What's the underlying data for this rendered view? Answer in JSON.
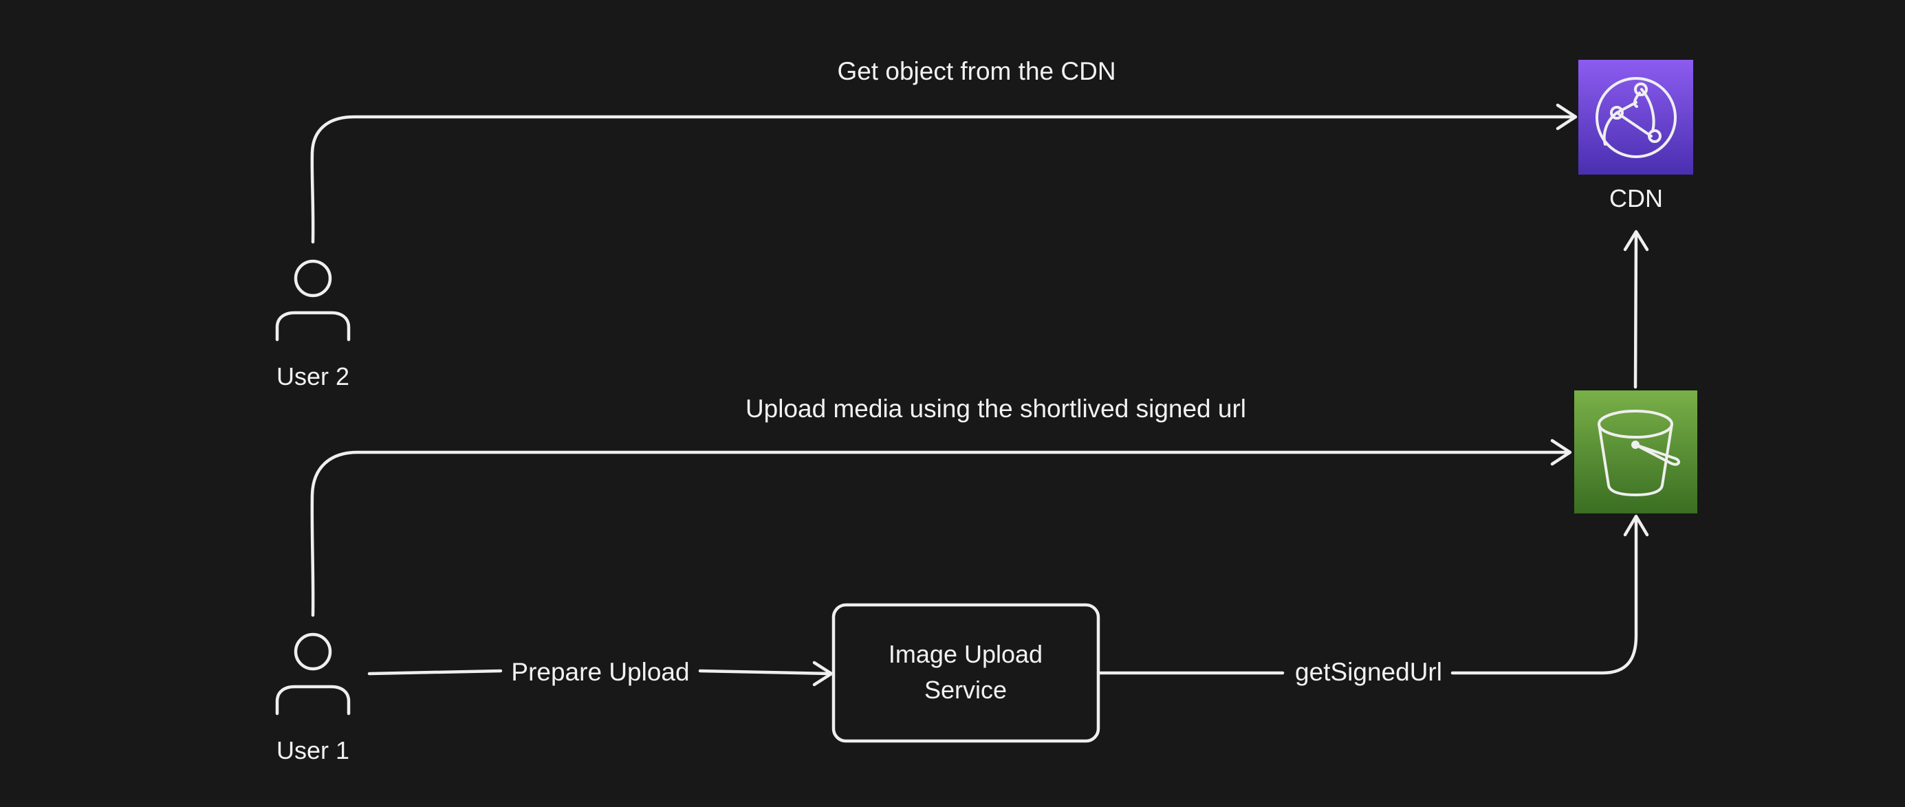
{
  "users": {
    "user2_label": "User 2",
    "user1_label": "User 1"
  },
  "nodes": {
    "cdn_label": "CDN",
    "service_label_line1": "Image Upload",
    "service_label_line2": "Service"
  },
  "edges": {
    "get_object_label": "Get object from the CDN",
    "upload_media_label": "Upload media using the shortlived signed url",
    "prepare_upload_label": "Prepare Upload",
    "get_signed_url_label": "getSignedUrl"
  },
  "icons": {
    "user2": "user-icon",
    "user1": "user-icon",
    "cdn": "cloudfront-cdn-icon",
    "bucket": "s3-bucket-icon"
  },
  "colors": {
    "background": "#181818",
    "stroke": "#efefef",
    "cdn_top": "#8c5cf0",
    "cdn_bottom": "#4a2fb0",
    "bucket_top": "#79b048",
    "bucket_bottom": "#3a6e22"
  }
}
